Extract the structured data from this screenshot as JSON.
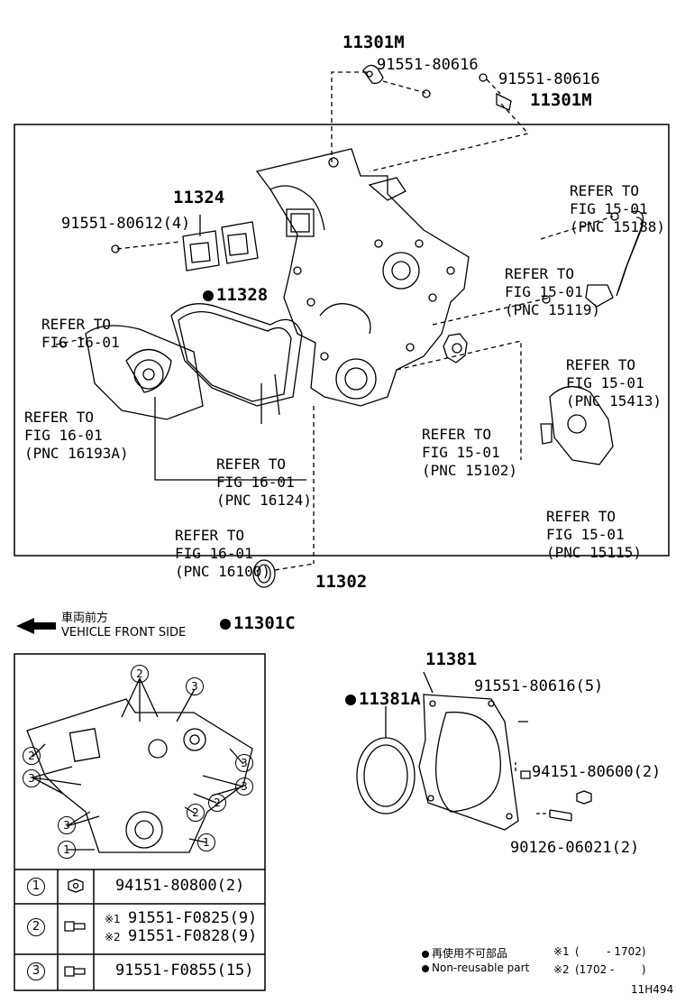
{
  "labels": {
    "p11301M_top": "11301M",
    "p91551_80616_a": "91551-80616",
    "p91551_80616_b": "91551-80616",
    "p11301M_right": "11301M",
    "p11324": "11324",
    "p91551_80612": "91551-80612(4)",
    "p11328": "11328",
    "p11302": "11302",
    "p11301C": "11301C",
    "p11381": "11381",
    "p91551_80616_5": "91551-80616(5)",
    "p11381A": "11381A",
    "p94151_80600": "94151-80600(2)",
    "p90126_06021": "90126-06021(2)",
    "drawing_id": "11H494"
  },
  "refs": {
    "r15188": [
      "REFER TO",
      "FIG 15-01",
      "(PNC 15188)"
    ],
    "r15119": [
      "REFER TO",
      "FIG 15-01",
      "(PNC 15119)"
    ],
    "r1601a": [
      "REFER TO",
      "FIG 16-01"
    ],
    "r15413": [
      "REFER TO",
      "FIG 15-01",
      "(PNC 15413)"
    ],
    "r16193A": [
      "REFER TO",
      "FIG 16-01",
      "(PNC 16193A)"
    ],
    "r15102": [
      "REFER TO",
      "FIG 15-01",
      "(PNC 15102)"
    ],
    "r16124": [
      "REFER TO",
      "FIG 16-01",
      "(PNC 16124)"
    ],
    "r15115": [
      "REFER TO",
      "FIG 15-01",
      "(PNC 15115)"
    ],
    "r16100": [
      "REFER TO",
      "FIG 16-01",
      "(PNC 16100)"
    ]
  },
  "front": {
    "jp": "車両前方",
    "en": "VEHICLE FRONT SIDE"
  },
  "legend": {
    "rows": [
      {
        "num": "1",
        "parts": [
          "94151-80800(2)"
        ],
        "marks": [
          ""
        ]
      },
      {
        "num": "2",
        "parts": [
          "91551-F0825(9)",
          "91551-F0828(9)"
        ],
        "marks": [
          "※1",
          "※2"
        ]
      },
      {
        "num": "3",
        "parts": [
          "91551-F0855(15)"
        ],
        "marks": [
          ""
        ]
      }
    ]
  },
  "notes": {
    "nonreuse_jp": "再使用不可部品",
    "nonreuse_en": "Non-reusable part",
    "note1_mark": "※1",
    "note1_range": "(        - 1702)",
    "note2_mark": "※2",
    "note2_range": "(1702 -        )"
  },
  "callouts": [
    "2",
    "3",
    "2",
    "3",
    "3",
    "2",
    "3",
    "2",
    "3",
    "1",
    "1"
  ]
}
